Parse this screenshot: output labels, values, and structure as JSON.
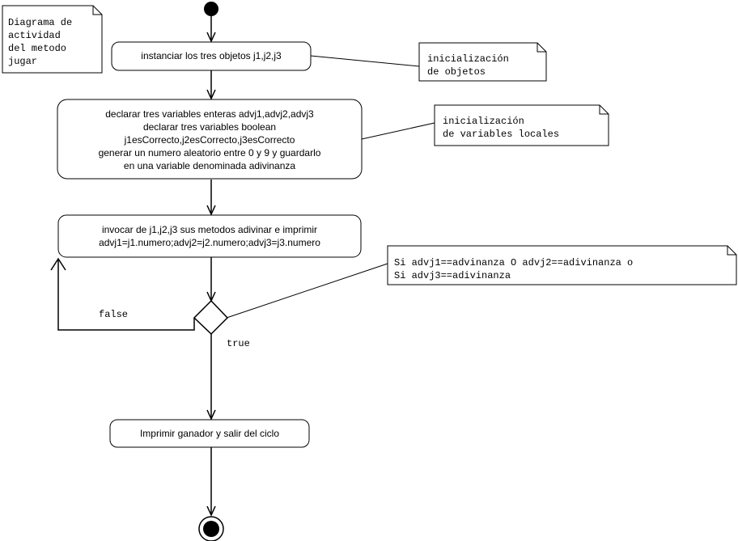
{
  "title_note": {
    "lines": [
      "Diagrama de",
      "actividad",
      "del metodo",
      "jugar"
    ]
  },
  "activities": [
    {
      "id": "a1",
      "lines": [
        "instanciar los tres objetos j1,j2,j3"
      ]
    },
    {
      "id": "a2",
      "lines": [
        "declarar tres variables enteras advj1,advj2,advj3",
        "declarar tres variables boolean",
        "j1esCorrecto,j2esCorrecto,j3esCorrecto",
        "generar un numero aleatorio entre 0 y 9 y guardarlo",
        "en una variable denominada adivinanza"
      ]
    },
    {
      "id": "a3",
      "lines": [
        "invocar de j1,j2,j3 sus metodos adivinar e imprimir",
        "advj1=j1.numero;advj2=j2.numero;advj3=j3.numero"
      ]
    },
    {
      "id": "a4",
      "lines": [
        "Imprimir ganador y salir del ciclo"
      ]
    }
  ],
  "notes": [
    {
      "id": "n1",
      "lines": [
        "inicialización",
        "de objetos"
      ]
    },
    {
      "id": "n2",
      "lines": [
        "inicialización",
        "de variables locales"
      ]
    },
    {
      "id": "n3",
      "lines": [
        "Si advj1==advinanza O advj2==adivinanza o",
        "Si advj3==adivinanza"
      ]
    }
  ],
  "guards": {
    "false_label": "false",
    "true_label": "true"
  }
}
